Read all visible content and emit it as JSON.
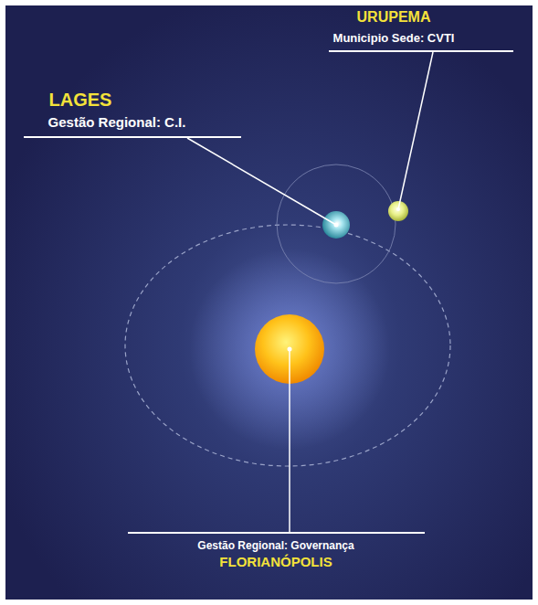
{
  "diagram": {
    "labels": [
      "URUPEMA",
      "Municipio Sede: CVTI",
      "LAGES",
      "Gestão Regional: C.I.",
      "Gestão Regional: Governança",
      "FLORIANÓPOLIS"
    ]
  }
}
